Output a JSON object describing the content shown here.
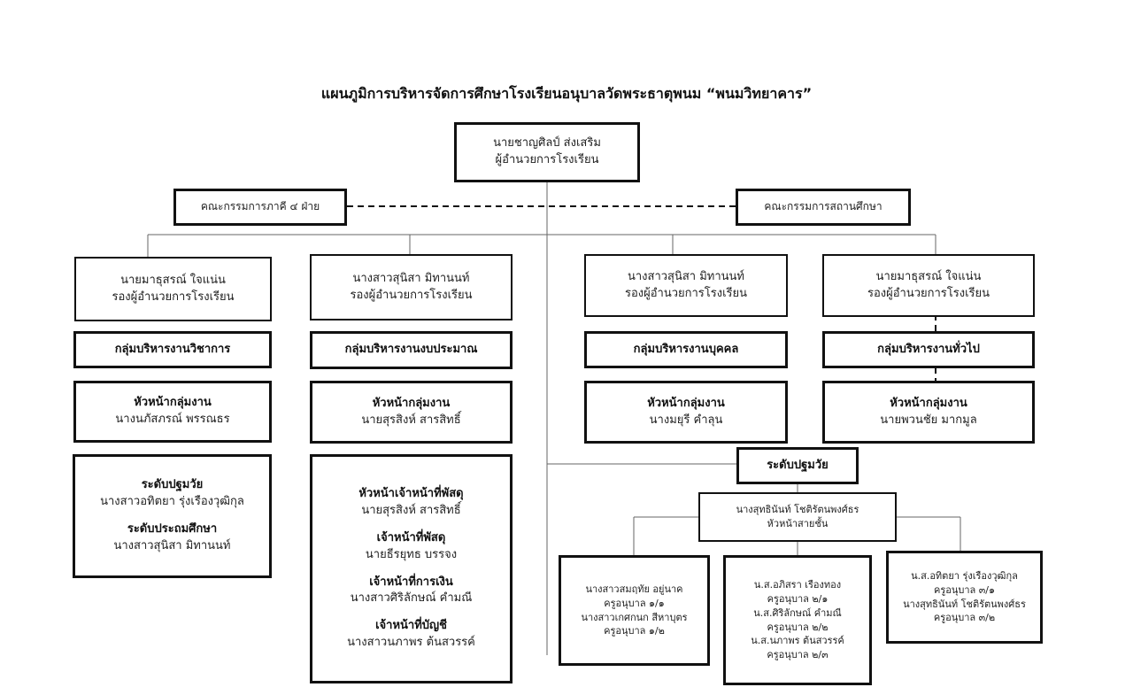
{
  "title": "แผนภูมิการบริหารจัดการศึกษาโรงเรียนอนุบาลวัดพระธาตุพนม “พนมวิทยาคาร”",
  "director": {
    "name": "นายชาญศิลป์  ส่งเสริม",
    "position": "ผู้อำนวยการโรงเรียน"
  },
  "committees": {
    "left": "คณะกรรมการภาคี ๔ ฝ่าย",
    "right": "คณะกรรมการสถานศึกษา"
  },
  "departments": [
    {
      "deputy_name": "นายมาธุสรณ์  ใจแน่น",
      "deputy_position": "รองผู้อำนวยการโรงเรียน",
      "group": "กลุ่มบริหารงานวิชาการ",
      "head_title": "หัวหน้ากลุ่มงาน",
      "head_name": "นางนภัสภรณ์  พรรณธร",
      "sub": [
        {
          "title": "ระดับปฐมวัย",
          "name": "นางสาวอทิตยา รุ่งเรืองวุฒิกุล"
        },
        {
          "title": "ระดับประถมศึกษา",
          "name": "นางสาวสุนิสา  มิทานนท์"
        }
      ]
    },
    {
      "deputy_name": "นางสาวสุนิสา  มิทานนท์",
      "deputy_position": "รองผู้อำนวยการโรงเรียน",
      "group": "กลุ่มบริหารงานงบประมาณ",
      "head_title": "หัวหน้ากลุ่มงาน",
      "head_name": "นายสุรสิงห์  สารสิทธิ์",
      "sub": [
        {
          "title": "หัวหน้าเจ้าหน้าที่พัสดุ",
          "name": "นายสุรสิงห์  สารสิทธิ์"
        },
        {
          "title": "เจ้าหน้าที่พัสดุ",
          "name": "นายธีรยุทธ  บรรจง"
        },
        {
          "title": "เจ้าหน้าที่การเงิน",
          "name": "นางสาวศิริลักษณ์  คำมณี"
        },
        {
          "title": "เจ้าหน้าที่บัญชี",
          "name": "นางสาวนภาพร  ต้นสวรรค์"
        }
      ]
    },
    {
      "deputy_name": "นางสาวสุนิสา  มิทานนท์",
      "deputy_position": "รองผู้อำนวยการโรงเรียน",
      "group": "กลุ่มบริหารงานบุคคล",
      "head_title": "หัวหน้ากลุ่มงาน",
      "head_name": "นางมยุรี  คำลุน"
    },
    {
      "deputy_name": "นายมาธุสรณ์  ใจแน่น",
      "deputy_position": "รองผู้อำนวยการโรงเรียน",
      "group": "กลุ่มบริหารงานทั่วไป",
      "head_title": "หัวหน้ากลุ่มงาน",
      "head_name": "นายพวนชัย  มากมูล"
    }
  ],
  "early_childhood": {
    "label": "ระดับปฐมวัย",
    "leader_name": "นางสุทธินันท์  โชติรัตนพงศ์ธร",
    "leader_position": "หัวหน้าสายชั้น",
    "teachers": [
      [
        "นางสาวสมฤทัย  อยู่นาค",
        "ครูอนุบาล ๑/๑",
        "นางสาวเกศกนก  สีหาบุตร",
        "ครูอนุบาล ๑/๒"
      ],
      [
        "น.ส.อภิสรา  เรืองทอง",
        "ครูอนุบาล ๒/๑",
        "น.ส.ศิริลักษณ์  คำมณี",
        "ครูอนุบาล ๒/๒",
        "น.ส.นภาพร  ต้นสวรรค์",
        "ครูอนุบาล ๒/๓"
      ],
      [
        "น.ส.อทิตยา รุ่งเรืองวุฒิกุล",
        "ครูอนุบาล ๓/๑",
        "นางสุทธินันท์  โชติรัตนพงศ์ธร",
        "ครูอนุบาล ๓/๒"
      ]
    ]
  },
  "colors": {
    "line": "#555555",
    "border": "#111111",
    "background": "#ffffff"
  }
}
